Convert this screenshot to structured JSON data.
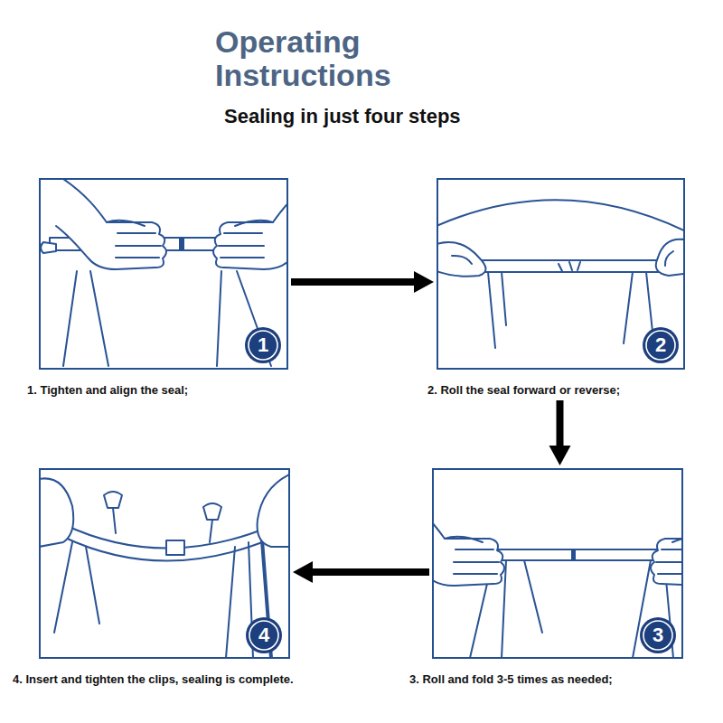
{
  "diagram": {
    "title": "Operating Instructions",
    "nodes": [
      {
        "text": [
          "1. Tighten and align the seal;"
        ]
      },
      {
        "text": [
          "1"
        ],
        "in": 0
      },
      {
        "text": [
          "2. Roll the seal forward or reverse;"
        ]
      },
      {
        "text": [
          "2"
        ],
        "in": 2
      },
      {
        "text": [
          "3. Roll and fold 3-5 times as needed;"
        ]
      },
      {
        "text": [
          "3"
        ],
        "in": 4
      },
      {
        "text": [
          "4. Insert and tighten the clips, sealing is complete."
        ]
      },
      {
        "text": [
          "4"
        ],
        "in": 6
      }
    ],
    "edges": [
      {
        "from": 0,
        "to": 2,
        "arrow": "to"
      },
      {
        "from": 2,
        "to": 4,
        "arrow": "to"
      },
      {
        "from": 4,
        "to": 6,
        "arrow": "to"
      }
    ],
    "labels": [
      "Sealing in just four steps"
    ]
  }
}
